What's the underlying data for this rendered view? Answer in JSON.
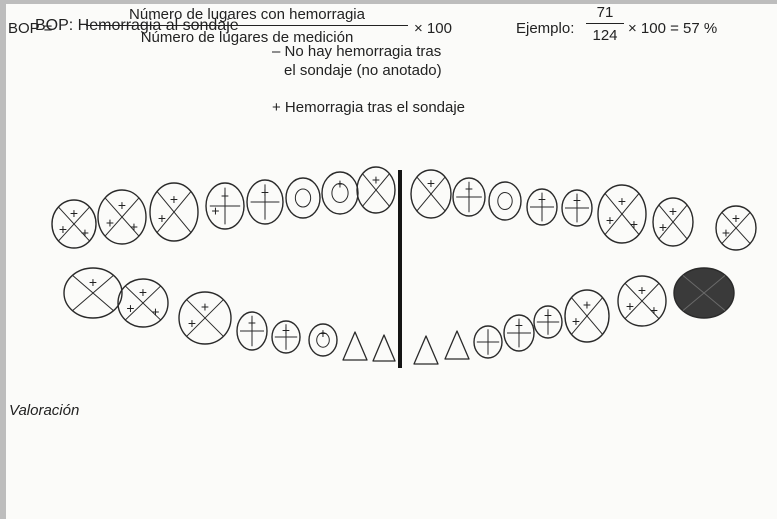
{
  "header": {
    "title": "BOP: Hemorragia al sondaje",
    "legend_minus_line1": "– No hay hemorragia tras",
    "legend_minus_line2": "el sondaje (no anotado)",
    "legend_plus": "+ Hemorragia tras el sondaje"
  },
  "section": {
    "label": "Valoración"
  },
  "formula": {
    "lhs": "BOP =",
    "numerator": "Número de lugares con hemorragia",
    "denominator": "Número de lugares de medición",
    "multiplier": "× 100",
    "example_label": "Ejemplo:",
    "example_numerator": "71",
    "example_denominator": "124",
    "example_result": "× 100 = 57 %"
  },
  "chart_symbols": {
    "plus": "+",
    "missing_tooth_color": "#3a3a3a"
  }
}
